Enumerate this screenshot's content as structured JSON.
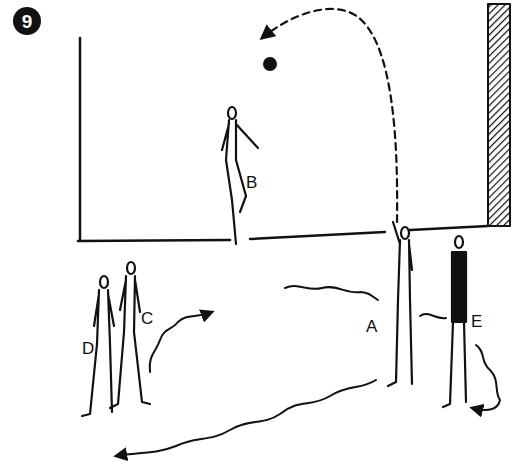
{
  "diagram": {
    "nodes": [
      {
        "text": [
          "9"
        ]
      }
    ],
    "labels": [
      "B",
      "D",
      "C",
      "A",
      "E"
    ]
  }
}
